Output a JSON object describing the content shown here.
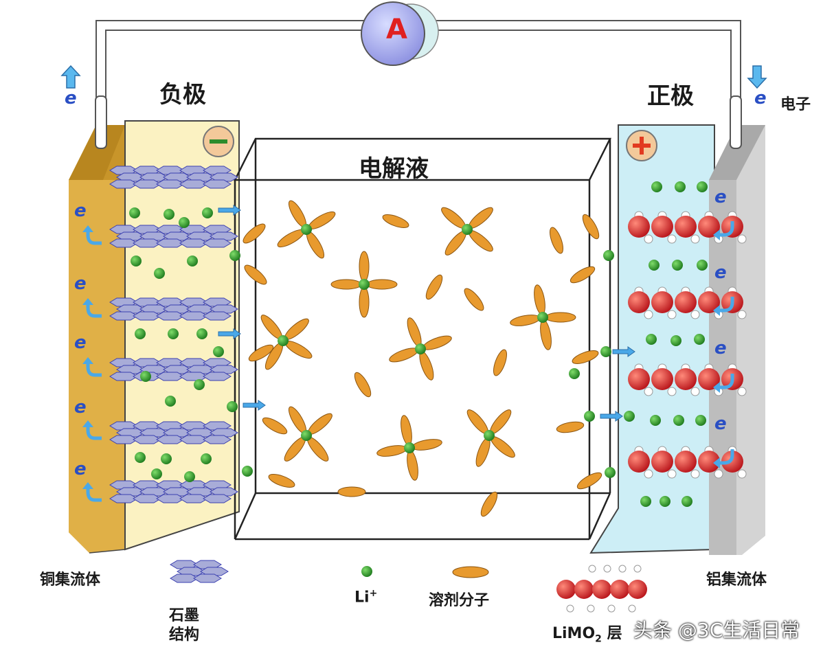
{
  "meter": {
    "label": "A"
  },
  "labels": {
    "anode": "负极",
    "cathode": "正极",
    "electrolyte": "电解液",
    "electron": "电子",
    "copper_collector": "铜集流体",
    "aluminum_collector": "铝集流体",
    "graphite_line1": "石墨",
    "graphite_line2": "结构",
    "li_ion": "Li",
    "li_sup": "+",
    "solvent": "溶剂分子",
    "limo_prefix": "LiMO",
    "limo_sub": "2",
    "limo_suffix": " 层"
  },
  "electron_symbol": "e",
  "watermark": "头条 @3C生活日常",
  "colors": {
    "copper": "#d9a63a",
    "anode_panel": "#fbf2c2",
    "aluminum": "#c9c9c9",
    "cathode_panel": "#cdeef6",
    "li_ion": "#2f9a2f",
    "solvent": "#e89a2e",
    "graphite": "#a8acd8",
    "oxygen_metal": "#d8262a",
    "electron_arrow": "#4aa8e8"
  }
}
